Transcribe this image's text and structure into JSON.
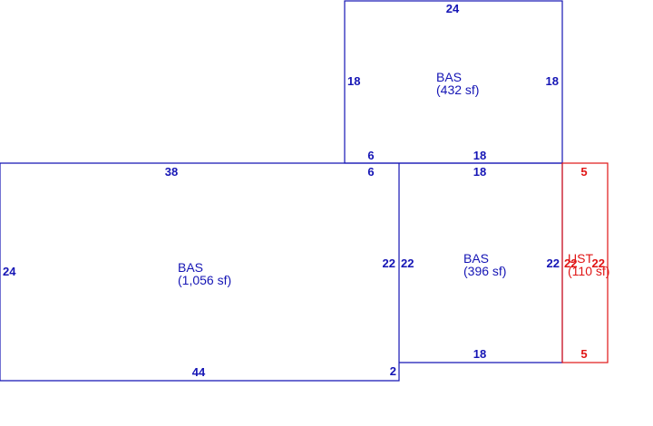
{
  "colors": {
    "blue": "#1515b5",
    "red": "#e01515"
  },
  "areas": {
    "top": {
      "code": "BAS",
      "size": "(432 sf)",
      "dims": {
        "top": "24",
        "left": "18",
        "right": "18",
        "bottom": "18",
        "bottom_left": "6"
      }
    },
    "left": {
      "code": "BAS",
      "size": "(1,056 sf)",
      "dims": {
        "top": "38",
        "top_right": "6",
        "left": "24",
        "right": "22",
        "bottom": "44",
        "bottom_right": "2"
      }
    },
    "middle": {
      "code": "BAS",
      "size": "(396 sf)",
      "dims": {
        "top": "18",
        "left": "22",
        "right": "22",
        "bottom": "18"
      }
    },
    "right": {
      "code": "UST",
      "size": "(110 sf)",
      "dims": {
        "top": "5",
        "left": "22",
        "right": "22",
        "bottom": "5"
      }
    }
  }
}
